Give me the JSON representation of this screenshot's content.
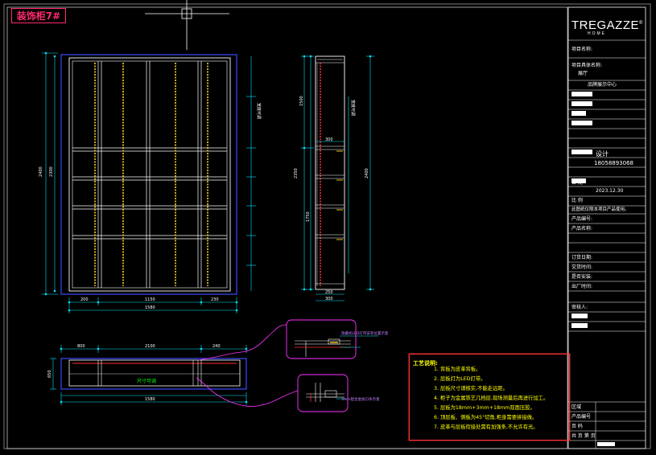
{
  "sheet": {
    "title": "装饰柜7#"
  },
  "title_block": {
    "brand": "TREGAZZE",
    "brand_sub": "HOME",
    "brand_mark": "®",
    "project_label": "项目名称:",
    "client_label": "项目具体名称:",
    "room": "展厅",
    "center": "品牌展示中心",
    "designer_label": "设计",
    "phone": "18058893068",
    "date_label": "日 期",
    "date": "2023.12.30",
    "scale_label": "比 例",
    "note": "此图纸仅限本项目产品使用。",
    "fields": [
      "产品编号:",
      "产品名称:",
      "",
      "订货日期:",
      "交货时间:",
      "是否安装:",
      "出厂时间:",
      "",
      "审核人:"
    ],
    "bottom_fields": [
      "区域",
      "产品编号",
      "页 码",
      "共 页  第 页"
    ]
  },
  "front_view": {
    "dims_bottom_top": [
      "200",
      "1150",
      "230"
    ],
    "dim_bottom_total": "1580",
    "dim_left_outer": "2400",
    "dim_left_inner": "2300",
    "label_right": "宽度可调"
  },
  "side_view": {
    "dims_left": [
      "1500",
      "2350",
      "1750"
    ],
    "dim_right": "2400",
    "dim_mid": "300",
    "dims_bottom": [
      "250",
      "300"
    ],
    "label_right": "宽度可调"
  },
  "plan_view": {
    "dims_top": [
      "800",
      "2100",
      "240"
    ],
    "center_label": "尺寸可调",
    "dim_bottom": "1580",
    "dim_left": "650"
  },
  "details": {
    "detail1_label": "隐藏式LED灯带安装位置示意",
    "detail2_label": "3mm铝合金收口条示意"
  },
  "notes": {
    "title": "工艺说明:",
    "lines": [
      "1. 背板为皮革背板。",
      "2. 层板灯为LED灯带。",
      "3. 层板尺寸请核实,不能走远距。",
      "4. 柜子为金属铁艺几档层,现场测量后再进行加工。",
      "5. 层板为18mm+3mm+18mm双面压胶。",
      "6. 顶层板、侧板为45°切角,柜身需要拼接做。",
      "7. 皮革与层板衔接处需有加强条,不允许有光。"
    ]
  },
  "colors": {
    "background": "#000000",
    "line_white": "#ffffff",
    "frame_blue": "#3a4bff",
    "dim_cyan": "#00e5ff",
    "led_yellow": "#ffd21e",
    "leader_magenta": "#ff33ff",
    "red": "#ff3030",
    "green": "#00ff00"
  }
}
